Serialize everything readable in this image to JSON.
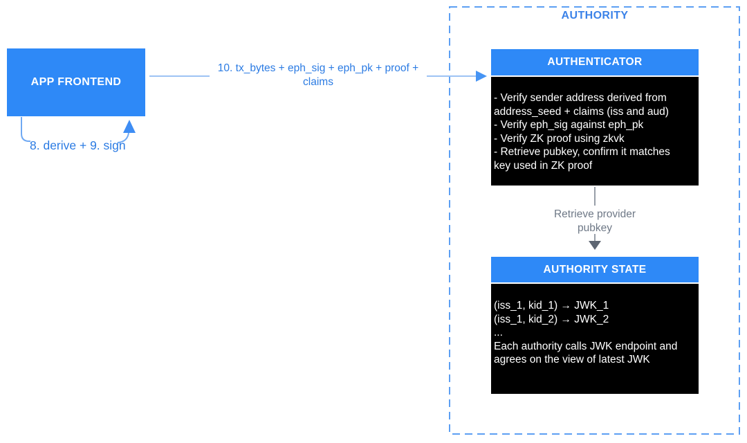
{
  "diagram": {
    "app_frontend_label": "APP FRONTEND",
    "flow_label": "10. tx_bytes + eph_sig + eph_pk + proof + claims",
    "derive_sign_label": "8. derive + 9. sign",
    "authority_label": "AUTHORITY",
    "authenticator": {
      "title": "AUTHENTICATOR",
      "body": "- Verify sender address derived from\naddress_seed + claims (iss and aud)\n- Verify eph_sig against eph_pk\n- Verify ZK proof using zkvk\n- Retrieve pubkey, confirm it matches\nkey used in ZK proof"
    },
    "retrieve_label": "Retrieve provider pubkey",
    "authority_state": {
      "title": "AUTHORITY STATE",
      "body": "(iss_1, kid_1) → JWK_1\n(iss_1, kid_2) → JWK_2\n...\nEach authority calls JWK endpoint and\nagrees on the view of latest JWK"
    }
  },
  "colors": {
    "box_blue": "#2E89F7",
    "box_black": "#000000",
    "text_white": "#FFFFFF",
    "label_blue": "#2B7BE3",
    "authority_label_blue": "#3B82E8",
    "connector_light_blue": "#9DC3F4",
    "arrowhead_blue": "#4694F4",
    "loop_stroke_blue": "#6FA9F3",
    "dashed_border_blue": "#5C9FF3",
    "connector_gray": "#979EA8",
    "arrowhead_gray": "#5D6672",
    "label_gray": "#6E7886"
  }
}
